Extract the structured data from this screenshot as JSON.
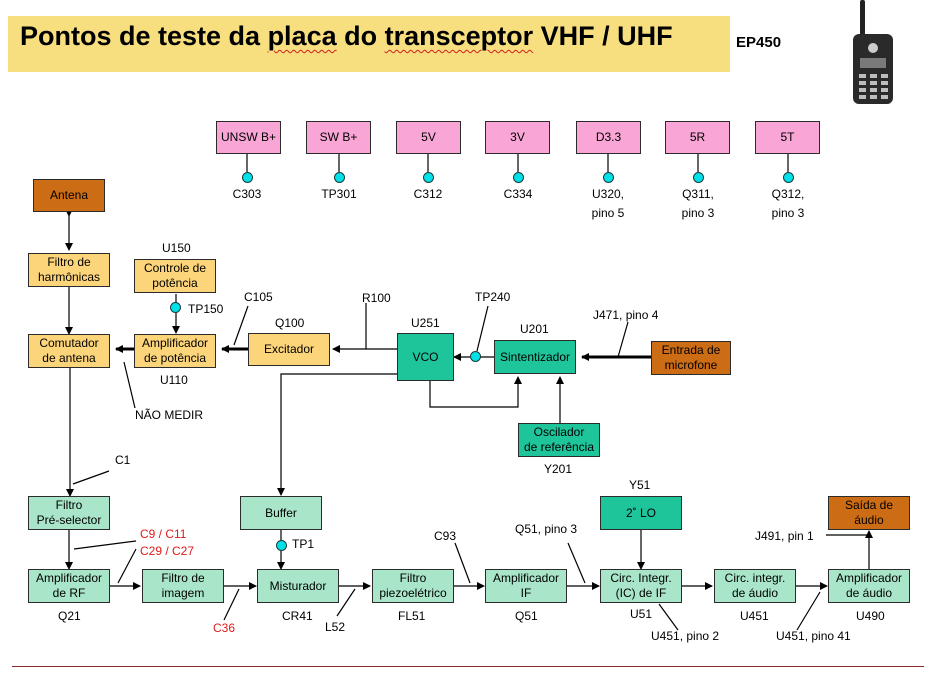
{
  "title": {
    "prefix": "Pontos de teste da ",
    "w1": "placa",
    "mid": " do ",
    "w2": "transceptor",
    "suffix": " VHF / UHF",
    "model": "EP450"
  },
  "supplies": [
    {
      "label": "UNSW B+",
      "ref": "C303",
      "ref2": ""
    },
    {
      "label": "SW B+",
      "ref": "TP301",
      "ref2": ""
    },
    {
      "label": "5V",
      "ref": "C312",
      "ref2": ""
    },
    {
      "label": "3V",
      "ref": "C334",
      "ref2": ""
    },
    {
      "label": "D3.3",
      "ref": "U320,",
      "ref2": "pino 5"
    },
    {
      "label": "5R",
      "ref": "Q311,",
      "ref2": "pino 3"
    },
    {
      "label": "5T",
      "ref": "Q312,",
      "ref2": "pino 3"
    }
  ],
  "blocks": {
    "antena": "Antena",
    "filtro_harm_1": "Filtro de",
    "filtro_harm_2": "harmônicas",
    "comutador_1": "Comutador",
    "comutador_2": "de antena",
    "controle_1": "Controle de",
    "controle_2": "potência",
    "amp_pot_1": "Amplificador",
    "amp_pot_2": "de potência",
    "excitador": "Excitador",
    "vco": "VCO",
    "sintetizador": "Sintentizador",
    "entrada_1": "Entrada de",
    "entrada_2": "microfone",
    "oscilador_1": "Oscilador",
    "oscilador_2": "de referência",
    "buffer": "Buffer",
    "filtro_pre_1": "Filtro",
    "filtro_pre_2": "Pré-selector",
    "amp_rf_1": "Amplificador",
    "amp_rf_2": "de RF",
    "filtro_img_1": "Filtro de",
    "filtro_img_2": "imagem",
    "misturador": "Misturador",
    "filtro_piezo_1": "Filtro",
    "filtro_piezo_2": "piezoelétrico",
    "amp_if_1": "Amplificador",
    "amp_if_2": "IF",
    "lo2": "2˚ LO",
    "circ_if_1": "Circ. Integr.",
    "circ_if_2": "(IC) de IF",
    "circ_audio_1": "Circ. integr.",
    "circ_audio_2": "de áudio",
    "amp_audio_1": "Amplificador",
    "amp_audio_2": "de áudio",
    "saida_1": "Saída de",
    "saida_2": "áudio"
  },
  "labels": {
    "u150": "U150",
    "tp150": "TP150",
    "u110": "U110",
    "c105": "C105",
    "q100": "Q100",
    "r100": "R100",
    "tp240": "TP240",
    "u251": "U251",
    "u201": "U201",
    "j471": "J471, pino 4",
    "nao_medir": "NÃO MEDIR",
    "y201": "Y201",
    "c1": "C1",
    "c9c11": "C9 / C11",
    "c29c27": "C29 / C27",
    "tp1": "TP1",
    "c93": "C93",
    "q51p3": "Q51, pino 3",
    "y51": "Y51",
    "j491": "J491, pin 1",
    "q21": "Q21",
    "c36": "C36",
    "cr41": "CR41",
    "l52": "L52",
    "fl51": "FL51",
    "q51": "Q51",
    "u51": "U51",
    "u451": "U451",
    "u490": "U490",
    "u451p2": "U451, pino 2",
    "u451p41": "U451, pino 41"
  }
}
